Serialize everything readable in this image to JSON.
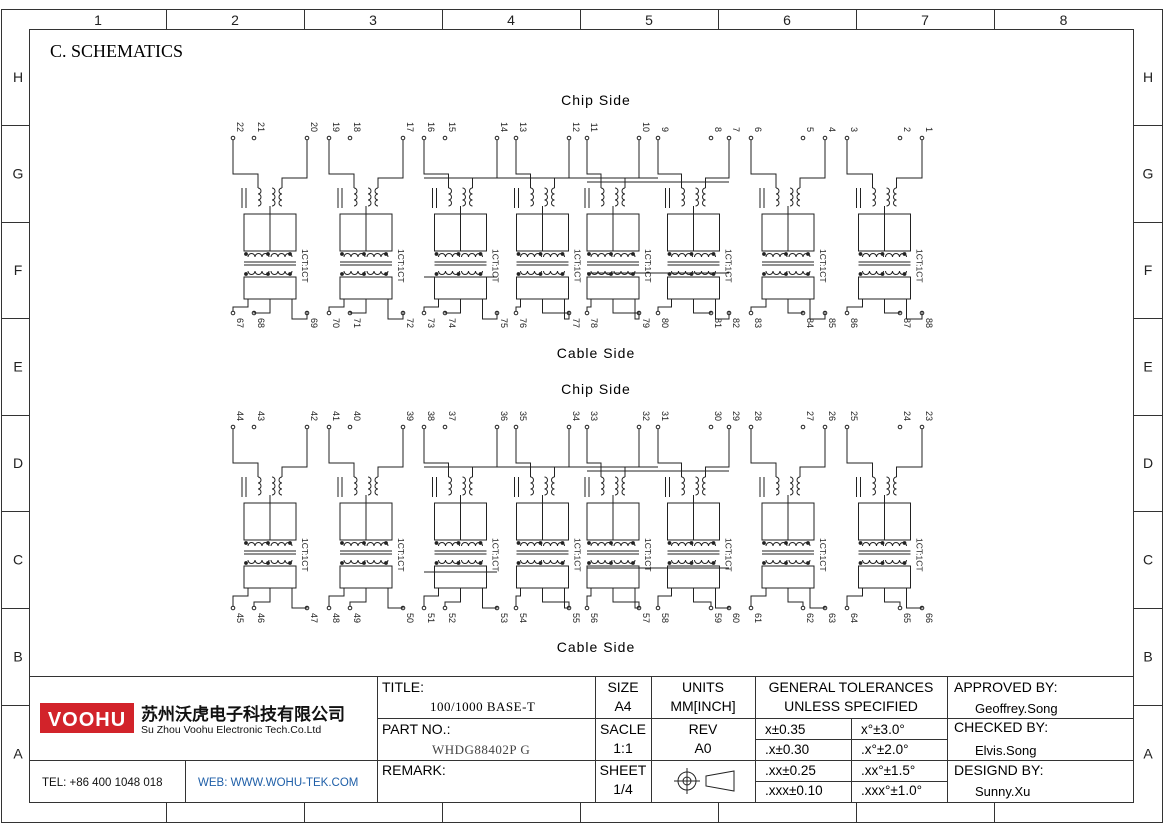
{
  "frame": {
    "columns": [
      "1",
      "2",
      "3",
      "4",
      "5",
      "6",
      "7",
      "8"
    ],
    "rows": [
      "H",
      "G",
      "F",
      "E",
      "D",
      "C",
      "B",
      "A"
    ]
  },
  "section_title": "C. SCHEMATICS",
  "upper": {
    "chip_side_label": "Chip Side",
    "cable_side_label": "Cable Side",
    "top_pins": [
      "22",
      "21",
      "20",
      "19",
      "18",
      "17",
      "16",
      "15",
      "14",
      "13",
      "12",
      "11",
      "10",
      "9",
      "8",
      "7",
      "6",
      "5",
      "4",
      "3",
      "2",
      "1"
    ],
    "bottom_pins": [
      "67",
      "68",
      "69",
      "70",
      "71",
      "72",
      "73",
      "74",
      "75",
      "76",
      "77",
      "78",
      "79",
      "80",
      "81",
      "82",
      "83",
      "84",
      "85",
      "86",
      "87",
      "88"
    ]
  },
  "lower": {
    "chip_side_label": "Chip Side",
    "cable_side_label": "Cable Side",
    "top_pins": [
      "44",
      "43",
      "42",
      "41",
      "40",
      "39",
      "38",
      "37",
      "36",
      "35",
      "34",
      "33",
      "32",
      "31",
      "30",
      "29",
      "28",
      "27",
      "26",
      "25",
      "24",
      "23"
    ],
    "bottom_pins": [
      "45",
      "46",
      "47",
      "48",
      "49",
      "50",
      "51",
      "52",
      "53",
      "54",
      "55",
      "56",
      "57",
      "58",
      "59",
      "60",
      "61",
      "62",
      "63",
      "64",
      "65",
      "66"
    ]
  },
  "ratio_label": "1CT:1CT",
  "title_block": {
    "logo_text": "VOOHU",
    "company_cn": "苏州沃虎电子科技有限公司",
    "company_en": "Su Zhou Voohu Electronic Tech.Co.Ltd",
    "tel": "TEL: +86 400 1048 018",
    "web": "WEB: WWW.WOHU-TEK.COM",
    "title_label": "TITLE:",
    "title_value": "100/1000 BASE-T",
    "part_label": "PART NO.:",
    "part_value": "WHDG88402P G",
    "remark_label": "REMARK:",
    "size_label": "SIZE",
    "size_value": "A4",
    "scale_label": "SACLE",
    "scale_value": "1:1",
    "sheet_label": "SHEET",
    "sheet_value": "1/4",
    "units_label": "UNITS",
    "units_value": "MM[INCH]",
    "rev_label": "REV",
    "rev_value": "A0",
    "tolerances_header_1": "GENERAL TOLERANCES",
    "tolerances_header_2": "UNLESS SPECIFIED",
    "tolerances": [
      [
        "x±0.35",
        "x°±3.0°"
      ],
      [
        ".x±0.30",
        ".x°±2.0°"
      ],
      [
        ".xx±0.25",
        ".xx°±1.5°"
      ],
      [
        ".xxx±0.10",
        ".xxx°±1.0°"
      ]
    ],
    "approved_label": "APPROVED BY:",
    "approved_value": "Geoffrey.Song",
    "checked_label": "CHECKED BY:",
    "checked_value": "Elvis.Song",
    "designed_label": "DESIGND BY:",
    "designed_value": "Sunny.Xu"
  }
}
